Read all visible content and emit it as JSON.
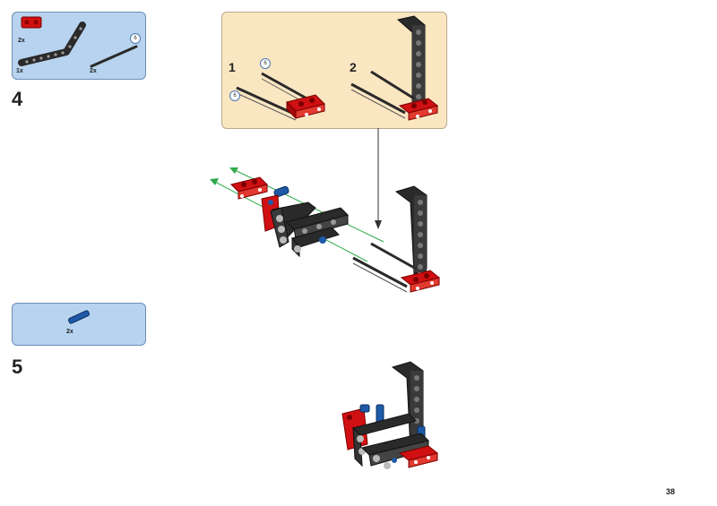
{
  "page": {
    "number": "38"
  },
  "step4": {
    "number": "4",
    "parts": [
      {
        "qty": "2x",
        "part": "red-connector-icon"
      },
      {
        "qty": "1x",
        "part": "black-bent-beam-icon"
      },
      {
        "qty": "2x",
        "part": "black-axle-icon",
        "length": "6"
      }
    ],
    "subassembly": {
      "substeps": [
        {
          "number": "1",
          "length_labels": [
            "6",
            "6"
          ]
        },
        {
          "number": "2"
        }
      ]
    }
  },
  "step5": {
    "number": "5",
    "parts": [
      {
        "qty": "2x",
        "part": "blue-pin-icon"
      }
    ]
  },
  "colors": {
    "parts_box": "#b7d3ef",
    "subassembly_box": "#fbe6c2",
    "lego_red": "#d01012",
    "lego_black": "#2a2a2a",
    "lego_blue": "#1e5aa8",
    "arrow_green": "#2eaa4a"
  }
}
